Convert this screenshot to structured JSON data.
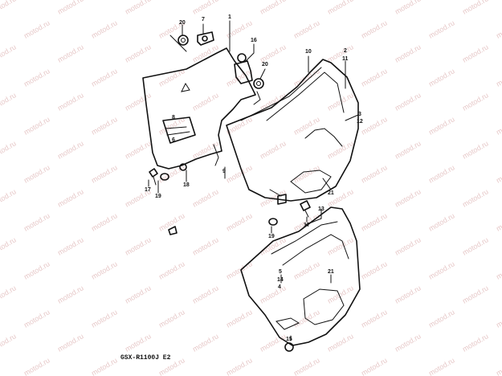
{
  "watermark": "motod.ru",
  "diagram_code": "GSX-R1100J E2",
  "callouts": [
    {
      "id": "c20a",
      "text": "20"
    },
    {
      "id": "c7",
      "text": "7"
    },
    {
      "id": "c1",
      "text": "1"
    },
    {
      "id": "c16",
      "text": "16"
    },
    {
      "id": "c20b",
      "text": "20"
    },
    {
      "id": "c10",
      "text": "10"
    },
    {
      "id": "c2",
      "text": "2"
    },
    {
      "id": "c11",
      "text": "11"
    },
    {
      "id": "c3",
      "text": "3"
    },
    {
      "id": "c12",
      "text": "12"
    },
    {
      "id": "c8",
      "text": "8"
    },
    {
      "id": "c6",
      "text": "6"
    },
    {
      "id": "c21a",
      "text": "21"
    },
    {
      "id": "c9",
      "text": "9"
    },
    {
      "id": "c17a",
      "text": "17"
    },
    {
      "id": "c19a",
      "text": "19"
    },
    {
      "id": "c18",
      "text": "18"
    },
    {
      "id": "c13",
      "text": "13"
    },
    {
      "id": "c17b",
      "text": "17"
    },
    {
      "id": "c19b",
      "text": "19"
    },
    {
      "id": "c5",
      "text": "5"
    },
    {
      "id": "c14",
      "text": "14"
    },
    {
      "id": "c4",
      "text": "4"
    },
    {
      "id": "c21b",
      "text": "21"
    },
    {
      "id": "c15",
      "text": "15"
    }
  ]
}
